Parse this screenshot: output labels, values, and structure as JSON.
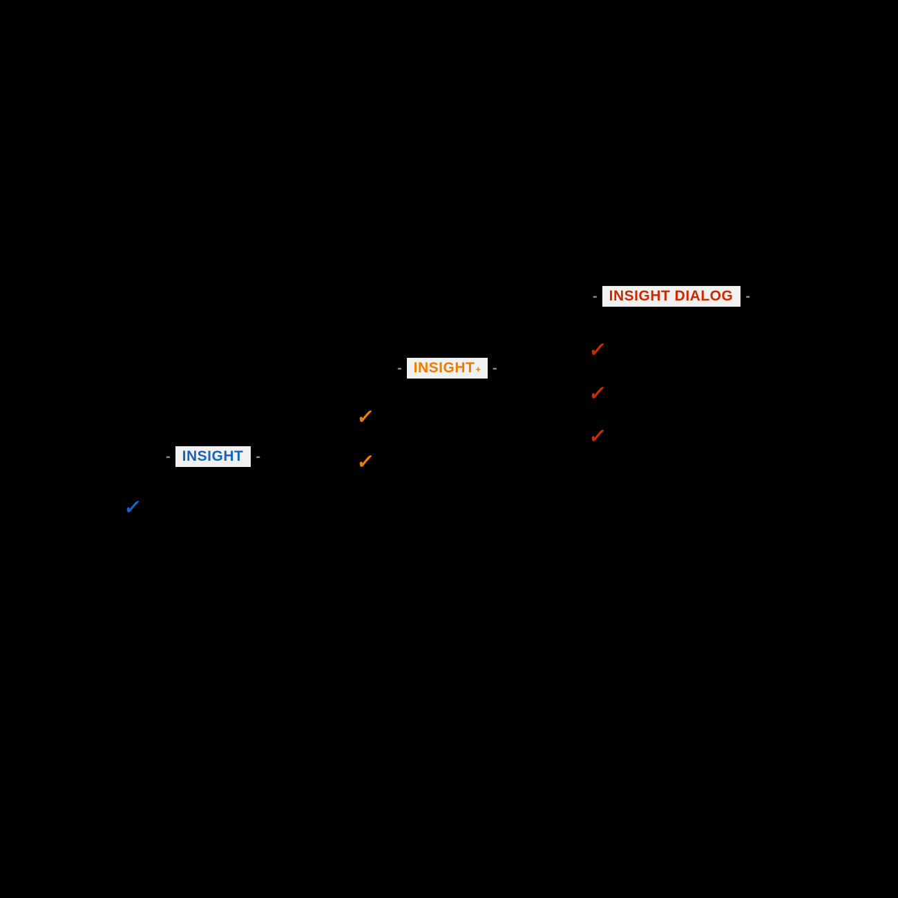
{
  "canvas": {
    "background": "#000000",
    "label_strip_background": "#f1f1f1",
    "dash_color": "#8a8a8a"
  },
  "tiers": [
    {
      "id": "insight",
      "label": "INSIGHT",
      "superscript": "",
      "color": "#1565c0",
      "dash": "-",
      "check_glyph": "✓",
      "check_count": 1
    },
    {
      "id": "insight-plus",
      "label": "INSIGHT",
      "superscript": "+",
      "color": "#ef7d00",
      "dash": "-",
      "check_glyph": "✓",
      "check_count": 2
    },
    {
      "id": "insight-dialog",
      "label": "INSIGHT DIALOG",
      "superscript": "",
      "color": "#cc2b00",
      "dash": "-",
      "check_glyph": "✓",
      "check_count": 3
    }
  ]
}
